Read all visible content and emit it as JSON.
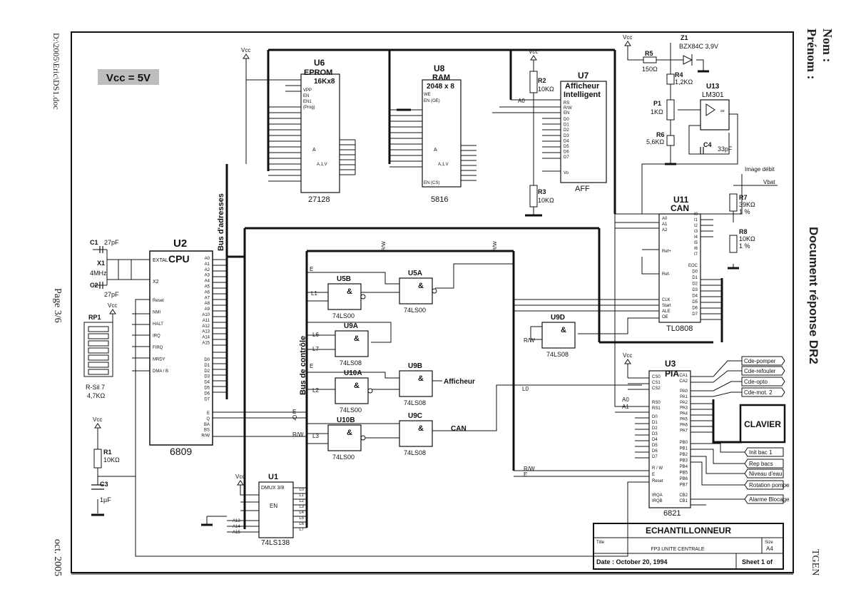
{
  "margins": {
    "left_top": "D:\\2005\\Eric\\DS1.doc",
    "left_middle": "Page 3/6",
    "left_bottom": "oct. 2005",
    "right_name": "Nom :",
    "right_firstname": "Prénom :",
    "right_doc": "Document réponse DR2",
    "right_bottom": "TGEN"
  },
  "vcc_badge": "Vcc = 5V",
  "title_block": {
    "title": "ECHANTILLONNEUR",
    "title_label": "Title",
    "subtitle": "FP3 UNITE CENTRALE",
    "size_label": "Size",
    "size": "A4",
    "date": "Date : October 20, 1994",
    "sheet": "Sheet 1 of"
  },
  "chips": {
    "u6": {
      "ref": "U6",
      "name": "EPROM",
      "org": "16Kx8",
      "part": "27128"
    },
    "u8": {
      "ref": "U8",
      "name": "RAM",
      "org": "2048 x 8",
      "part": "5816"
    },
    "u7": {
      "ref": "U7",
      "name": "Afficheur",
      "name2": "Intelligent",
      "part": "AFF"
    },
    "u2": {
      "ref": "U2",
      "name": "CPU",
      "part": "6809"
    },
    "u11": {
      "ref": "U11",
      "name": "CAN",
      "part": "TL0808"
    },
    "u3": {
      "ref": "U3",
      "name": "PIA",
      "part": "6821"
    },
    "u1": {
      "ref": "U1",
      "name": "DMUX 3/8",
      "part": "74LS138"
    },
    "u13": {
      "ref": "U13",
      "part": "LM301"
    }
  },
  "gates": [
    {
      "ref": "U5B",
      "part": "74LS00"
    },
    {
      "ref": "U5A",
      "part": "74LS00"
    },
    {
      "ref": "U9A",
      "part": "74LS08"
    },
    {
      "ref": "U10A",
      "part": "74LS00"
    },
    {
      "ref": "U9B",
      "part": "74LS08"
    },
    {
      "ref": "U10B",
      "part": "74LS00"
    },
    {
      "ref": "U9C",
      "part": "74LS08"
    },
    {
      "ref": "U9D",
      "part": "74LS08"
    }
  ],
  "components": {
    "c1": {
      "ref": "C1",
      "value": "27pF"
    },
    "c2": {
      "ref": "C2",
      "value": "27pF"
    },
    "x1": {
      "ref": "X1",
      "value": "4MHz"
    },
    "rp1": {
      "ref": "RP1",
      "part": "R-Sil 7",
      "value": "4,7KΩ"
    },
    "r1": {
      "ref": "R1",
      "value": "10KΩ"
    },
    "c3": {
      "ref": "C3",
      "value": "1µF"
    },
    "r2": {
      "ref": "R2",
      "value": "10KΩ"
    },
    "r3": {
      "ref": "R3",
      "value": "10KΩ"
    },
    "r5": {
      "ref": "R5",
      "value": "150Ω"
    },
    "r4": {
      "ref": "R4",
      "value": "1,2KΩ"
    },
    "p1": {
      "ref": "P1",
      "value": "1KΩ"
    },
    "r6": {
      "ref": "R6",
      "value": "5,6KΩ"
    },
    "c4": {
      "ref": "C4",
      "value": "33pF"
    },
    "z1": {
      "ref": "Z1",
      "value": "BZX84C 3,9V"
    },
    "r7": {
      "ref": "R7",
      "value": "39KΩ",
      "tol": "1 %"
    },
    "r8": {
      "ref": "R8",
      "value": "10KΩ",
      "tol": "1 %"
    }
  },
  "bus_labels": {
    "address": "Bus d'adresses",
    "control": "Bus de contrôle"
  },
  "power": {
    "vcc": "Vcc"
  },
  "signals": {
    "afficheur": "Afficheur",
    "can": "CAN",
    "rw": "R/W",
    "e": "E",
    "a0": "A0",
    "a1": "A1",
    "l0": "L0",
    "l1": "L1",
    "l2": "L2",
    "l3": "L3",
    "l6": "L6",
    "l7": "L7",
    "q": "Q",
    "image_debit": "Image débit",
    "vbat": "Vbat"
  },
  "pia_outputs": [
    "Cde-pomper",
    "Cde-refouler",
    "Cde-opto",
    "Cde-mot. 2"
  ],
  "pia_inputs": [
    "Init bac 1",
    "Rep bacs",
    "Niveau d'eau",
    "Rotation pompe",
    "Alarme Blocage"
  ],
  "clavier": "CLAVIER",
  "cpu_pins_left": [
    "Reset",
    "NMI",
    "HALT",
    "IRQ",
    "FIRQ",
    "MRDY",
    "DMA / B"
  ],
  "cpu_pins_right_addr": [
    "A0",
    "A1",
    "A2",
    "A3",
    "A4",
    "A5",
    "A6",
    "A7",
    "A8",
    "A9",
    "A10",
    "A11",
    "A12",
    "A13",
    "A14",
    "A15"
  ],
  "cpu_pins_right_data": [
    "D0",
    "D1",
    "D2",
    "D3",
    "D4",
    "D5",
    "D6",
    "D7"
  ],
  "cpu_pins_right_ctrl": [
    "E",
    "Q",
    "BA",
    "BS",
    "R/W"
  ],
  "pia_pins_left": [
    "CS0",
    "CS1",
    "CS2",
    "RS0",
    "RS1",
    "D0",
    "D1",
    "D2",
    "D3",
    "D4",
    "D5",
    "D6",
    "D7",
    "R / W",
    "E",
    "Reset",
    "IRQA",
    "IRQB"
  ],
  "pia_pins_right": [
    "CA1",
    "CA2",
    "PA0",
    "PA1",
    "PA2",
    "PA3",
    "PA4",
    "PA5",
    "PA6",
    "PA7",
    "PB0",
    "PB1",
    "PB2",
    "PB3",
    "PB4",
    "PB5",
    "PB6",
    "PB7",
    "CB2",
    "CB1"
  ],
  "can_pins_left": [
    "A0",
    "A1",
    "A2",
    "Ref+",
    "Ref-",
    "CLK",
    "Start",
    "ALE",
    "OE"
  ],
  "can_pins_right": [
    "I0",
    "I1",
    "I2",
    "I3",
    "I4",
    "I5",
    "I6",
    "I7",
    "EOC",
    "D0",
    "D1",
    "D2",
    "D3",
    "D4",
    "D5",
    "D6",
    "D7"
  ],
  "aff_pins": [
    "RS",
    "R/W",
    "EN",
    "D0",
    "D1",
    "D2",
    "D3",
    "D4",
    "D5",
    "D6",
    "D7",
    "Vo"
  ],
  "dmux_pins_left": [
    "A13",
    "A14",
    "A15"
  ],
  "dmux_pins_right": [
    "L0",
    "L1",
    "L2",
    "L3",
    "L4",
    "L5",
    "L6",
    "L7"
  ],
  "dmux_en": "EN"
}
